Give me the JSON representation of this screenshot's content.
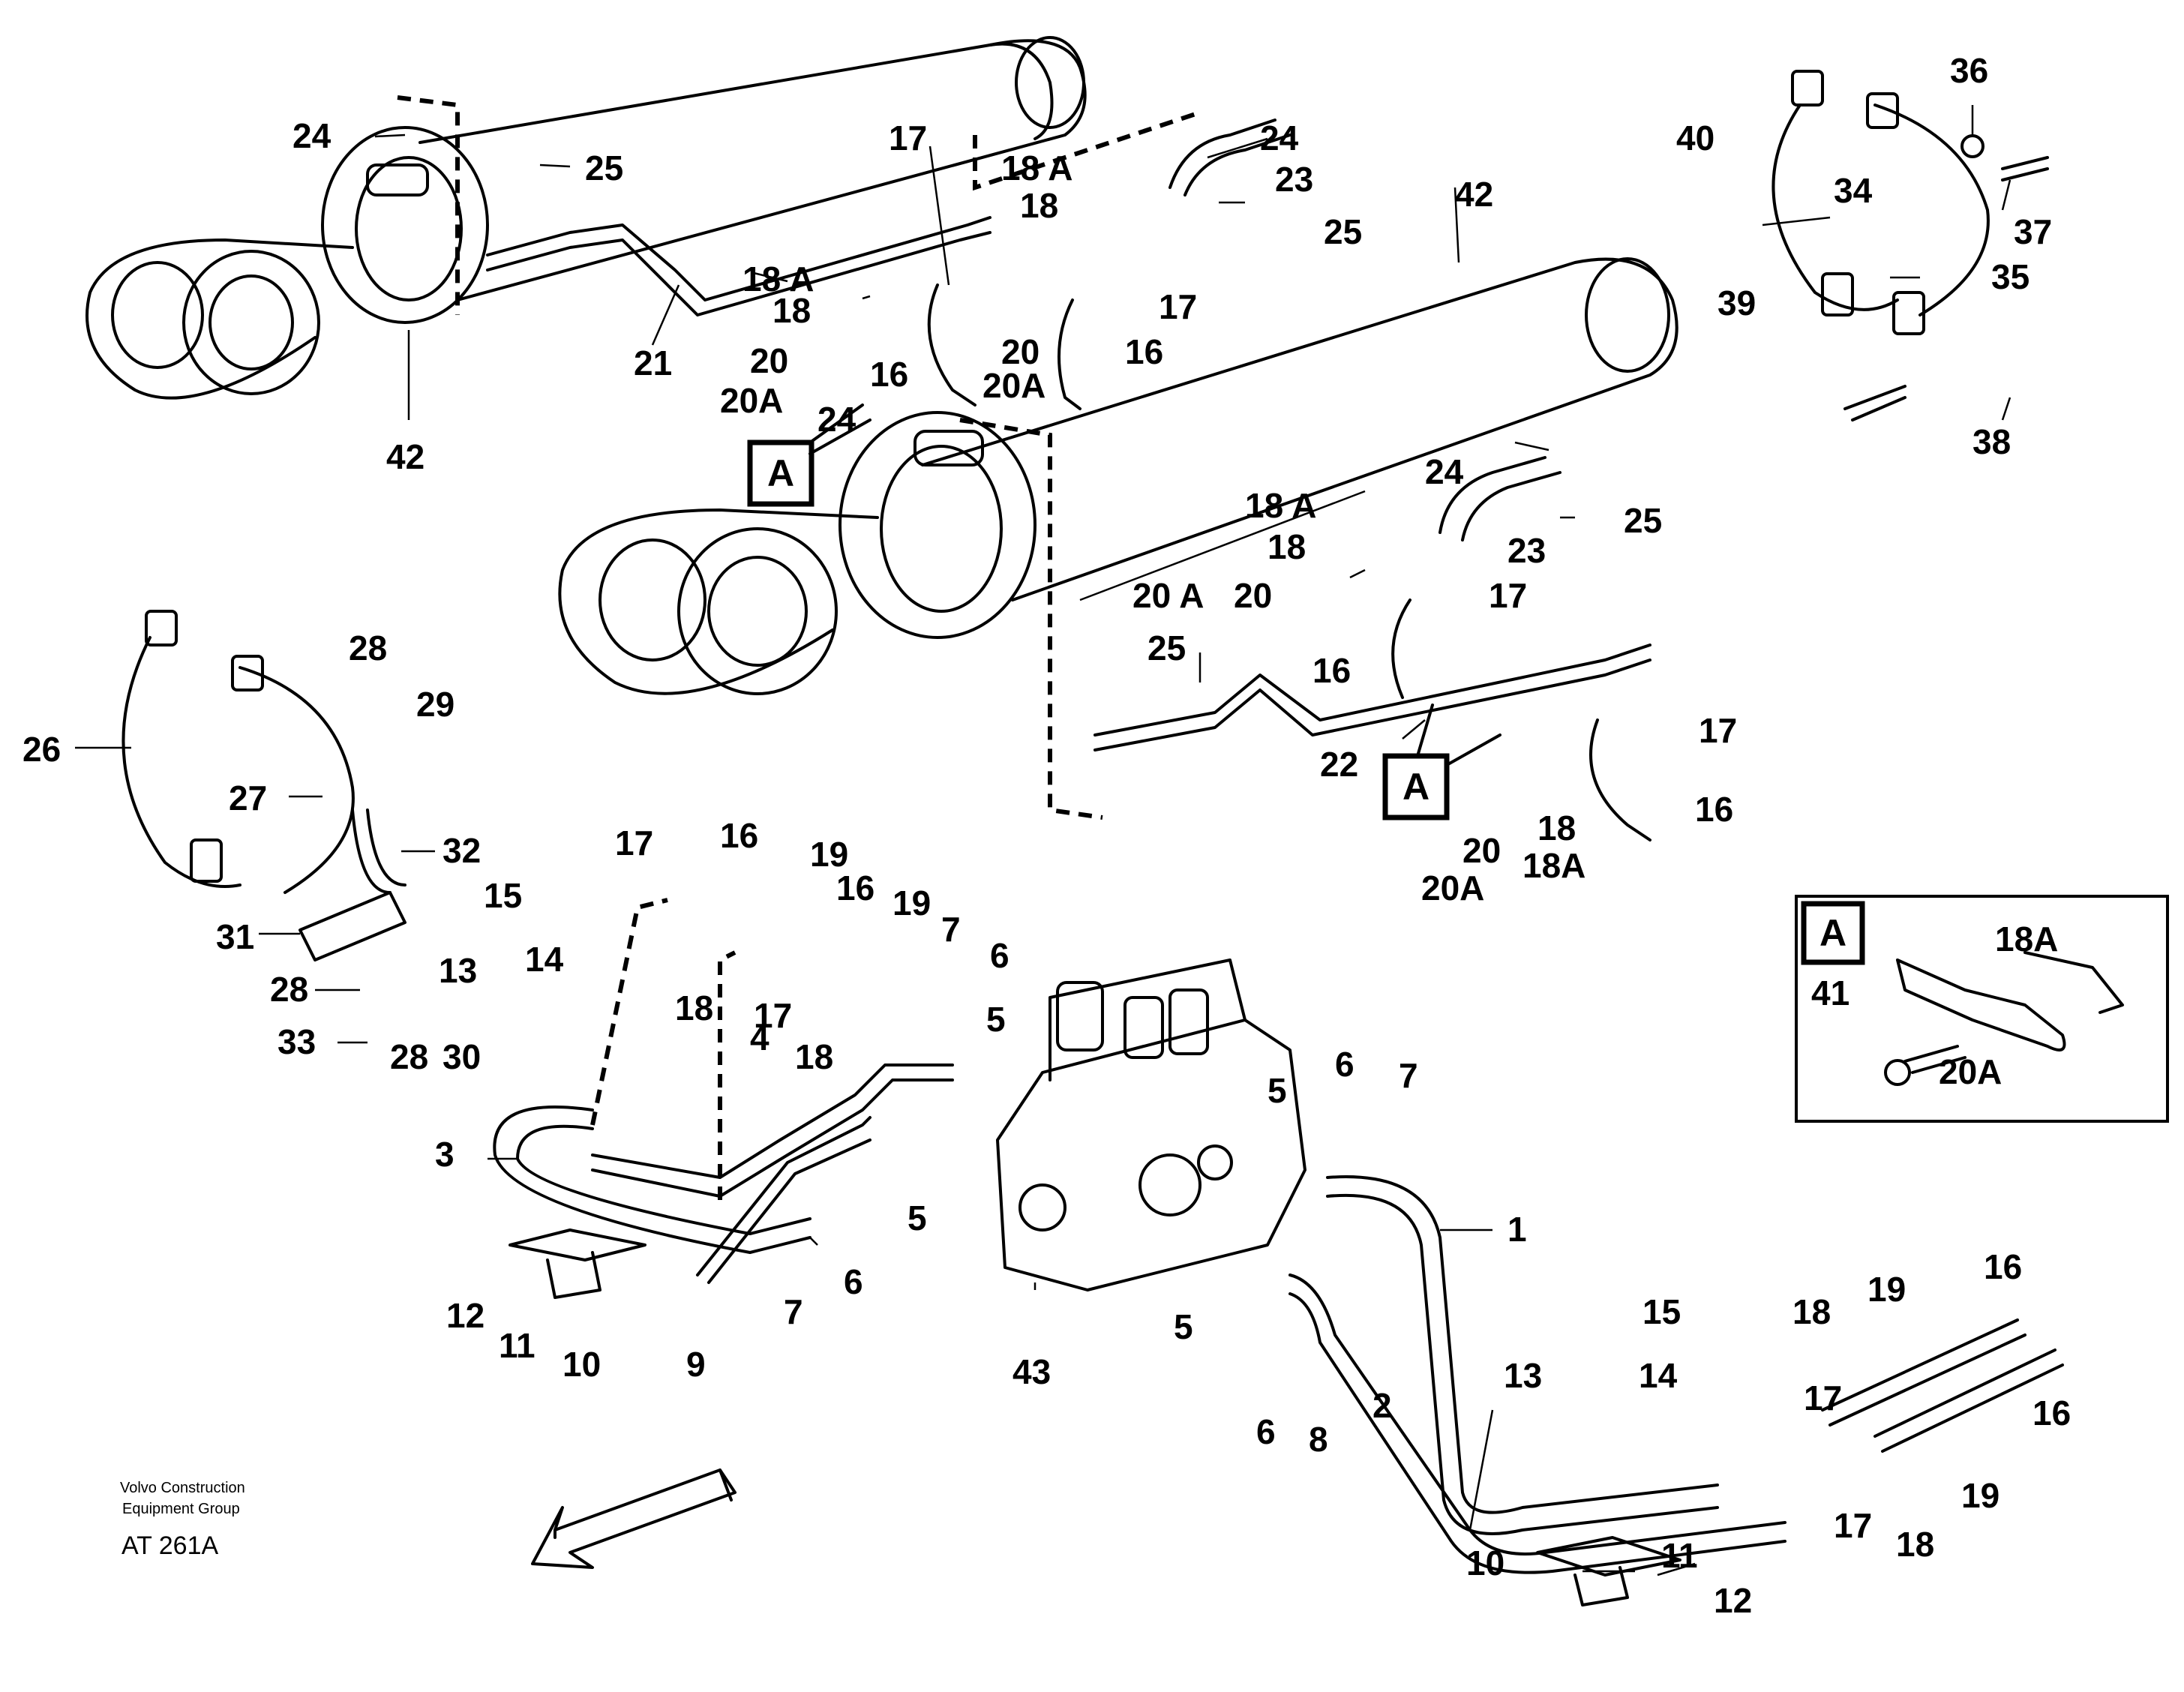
{
  "labels": [
    "1",
    "2",
    "3",
    "4",
    "5",
    "6",
    "7",
    "8",
    "9",
    "10",
    "11",
    "12",
    "13",
    "14",
    "15",
    "16",
    "17",
    "18",
    "18A",
    "19",
    "20",
    "20A",
    "21",
    "22",
    "23",
    "24",
    "25",
    "26",
    "27",
    "28",
    "29",
    "30",
    "31",
    "32",
    "33",
    "34",
    "35",
    "36",
    "37",
    "38",
    "39",
    "40",
    "41",
    "42",
    "43",
    "A"
  ],
  "callouts": {
    "a1": "24",
    "a2": "25",
    "a3": "42",
    "a4": "21",
    "a5": "18 A",
    "a6": "18",
    "a7": "20",
    "a8": "20A",
    "a9": "17",
    "a10": "16",
    "a11": "18 A",
    "a12": "18",
    "a13": "20",
    "a14": "20A",
    "a15": "16",
    "a16": "17",
    "a17": "24",
    "a18": "23",
    "a19": "25",
    "a20": "24",
    "b1": "42",
    "b2": "24",
    "b3": "18 A",
    "b4": "18",
    "b5": "20",
    "b6": "20 A",
    "b7": "16",
    "b8": "17",
    "b9": "24",
    "b10": "23",
    "b11": "25",
    "b12": "25",
    "b13": "22",
    "b14": "20",
    "b15": "20A",
    "b16": "18",
    "b17": "18A",
    "b18": "17",
    "b19": "16",
    "c1": "40",
    "c2": "39",
    "c3": "34",
    "c4": "36",
    "c5": "37",
    "c6": "35",
    "c7": "38",
    "d1": "26",
    "d2": "27",
    "d3": "28",
    "d4": "29",
    "d5": "32",
    "d6": "31",
    "d7": "28",
    "d8": "33",
    "d9": "28",
    "d10": "30",
    "e1": "15",
    "e2": "14",
    "e3": "13",
    "e4": "17",
    "e5": "16",
    "e6": "19",
    "e7": "16",
    "e8": "19",
    "e9": "18",
    "e10": "17",
    "e11": "18",
    "e12": "7",
    "e13": "6",
    "e14": "5",
    "e15": "4",
    "e16": "3",
    "e17": "12",
    "e18": "11",
    "e19": "10",
    "e20": "9",
    "e21": "7",
    "e22": "6",
    "e23": "5",
    "e24": "43",
    "e25": "5",
    "e26": "6",
    "e27": "7",
    "e28": "1",
    "e29": "5",
    "e30": "6",
    "e31": "8",
    "e32": "2",
    "f1": "15",
    "f2": "14",
    "f3": "13",
    "f4": "18",
    "f5": "19",
    "f6": "16",
    "f7": "16",
    "f8": "17",
    "f9": "17",
    "f10": "18",
    "f11": "19",
    "f12": "10",
    "f13": "11",
    "f14": "12",
    "g1": "18A",
    "g2": "41",
    "g3": "20A"
  },
  "detail_boxes": {
    "box1": "A",
    "box2": "A",
    "box3": "A"
  },
  "footer": {
    "company_line1": "Volvo Construction",
    "company_line2": "Equipment Group",
    "code": "AT 261A"
  }
}
